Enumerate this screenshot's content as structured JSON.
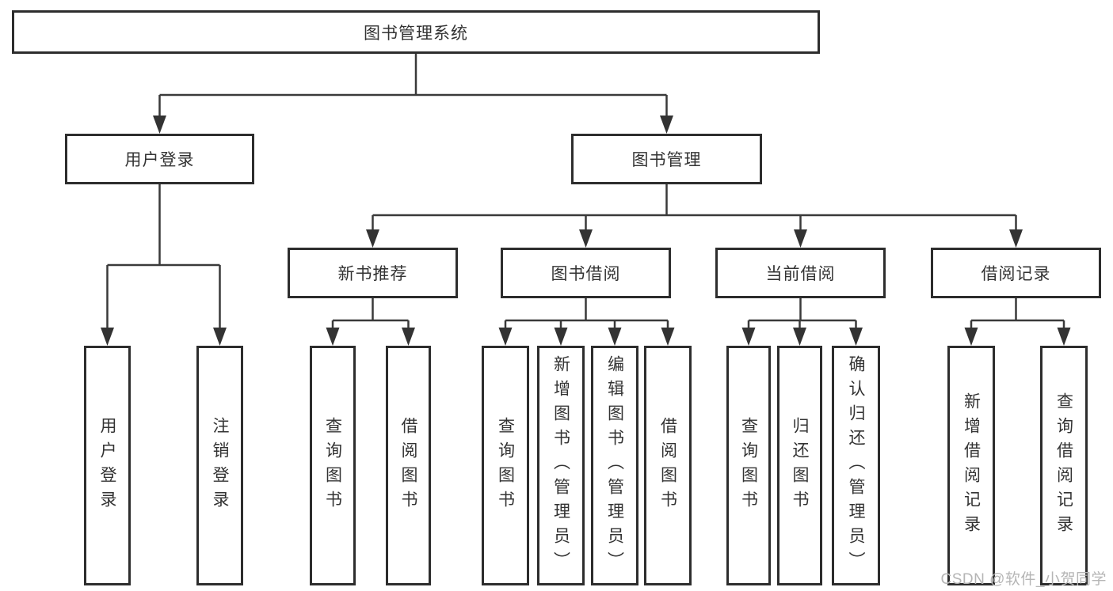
{
  "tree": {
    "root": "图书管理系统",
    "children": [
      {
        "label": "用户登录",
        "children": [
          "用户登录",
          "注销登录"
        ]
      },
      {
        "label": "图书管理",
        "children": [
          {
            "label": "新书推荐",
            "children": [
              "查询图书",
              "借阅图书"
            ]
          },
          {
            "label": "图书借阅",
            "children": [
              "查询图书",
              "新增图书（管理员）",
              "编辑图书（管理员）",
              "借阅图书"
            ]
          },
          {
            "label": "当前借阅",
            "children": [
              "查询图书",
              "归还图书",
              "确认归还（管理员）"
            ]
          },
          {
            "label": "借阅记录",
            "children": [
              "新增借阅记录",
              "查询借阅记录"
            ]
          }
        ]
      }
    ]
  },
  "watermark": {
    "text": "CSDN @软件_小贺同学"
  },
  "colors": {
    "line": "#3a3a3a",
    "border": "#2d2d2d",
    "text": "#333333",
    "watermark": "#b5b5b5",
    "background": "#ffffff"
  }
}
